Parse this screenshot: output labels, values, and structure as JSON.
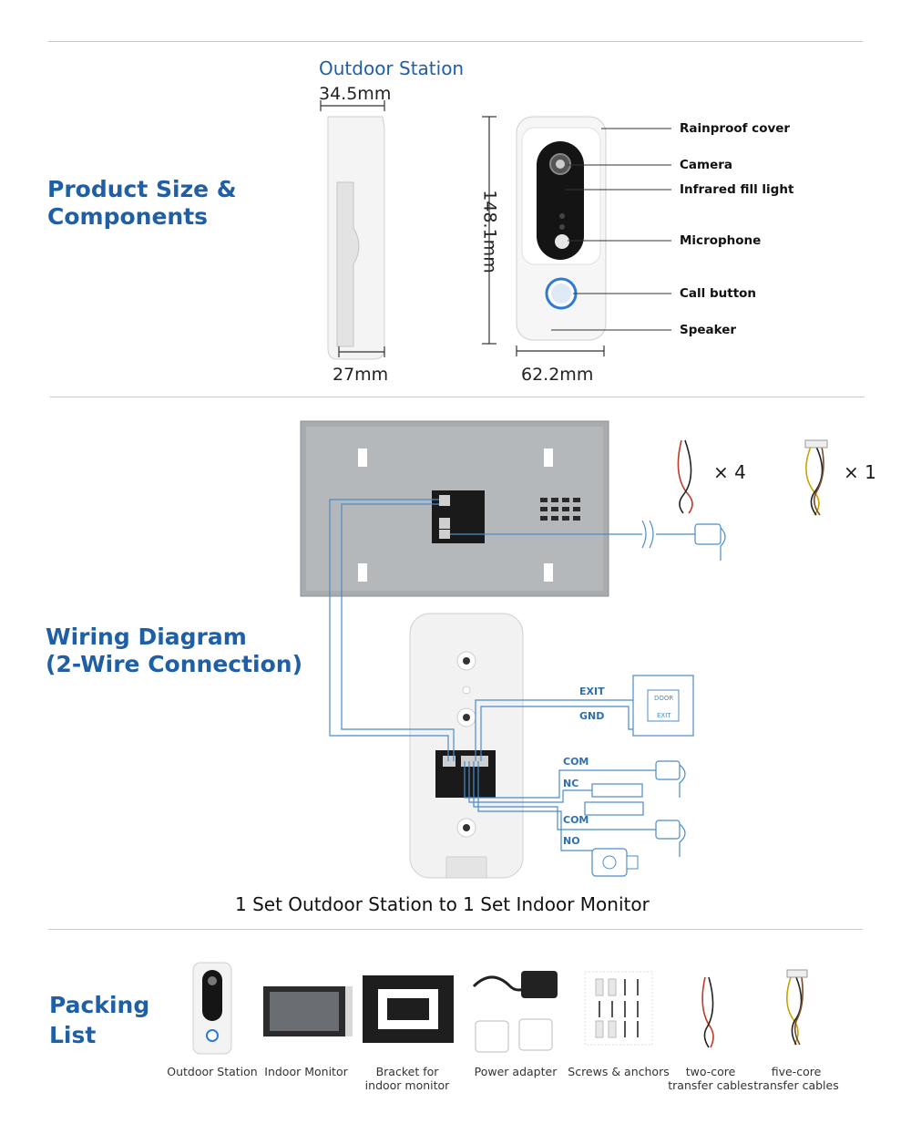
{
  "section1": {
    "title_line1": "Product Size &",
    "title_line2": "Components",
    "outdoor_station_label": "Outdoor Station",
    "dim_top": "34.5mm",
    "dim_bottom_side": "27mm",
    "dim_height": "148.1mm",
    "dim_width": "62.2mm",
    "callouts": [
      "Rainproof cover",
      "Camera",
      "Infrared fill light",
      "Microphone",
      "Call button",
      "Speaker"
    ]
  },
  "section2": {
    "title_line1": "Wiring Diagram",
    "title_line2": "(2-Wire Connection)",
    "cable_two_core_qty": "× 4",
    "cable_five_core_qty": "× 1",
    "labels": {
      "exit": "EXIT",
      "gnd": "GND",
      "com1": "COM",
      "nc": "NC",
      "com2": "COM",
      "no": "NO"
    },
    "exit_button_text1": "DOOR",
    "exit_button_text2": "EXIT",
    "caption": "1 Set Outdoor Station to 1 Set Indoor Monitor"
  },
  "section3": {
    "title_line1": "Packing",
    "title_line2": "List",
    "items": [
      {
        "line1": "Outdoor Station",
        "line2": ""
      },
      {
        "line1": "Indoor Monitor",
        "line2": ""
      },
      {
        "line1": "Bracket for",
        "line2": "indoor monitor"
      },
      {
        "line1": "Power adapter",
        "line2": ""
      },
      {
        "line1": "Screws & anchors",
        "line2": ""
      },
      {
        "line1": "two-core",
        "line2": "transfer cables"
      },
      {
        "line1": "five-core",
        "line2": "transfer cables"
      }
    ]
  },
  "colors": {
    "accent_blue": "#1f5fa6",
    "wire_blue": "#4b8cc9",
    "rule_gray": "#c9c9c9"
  }
}
